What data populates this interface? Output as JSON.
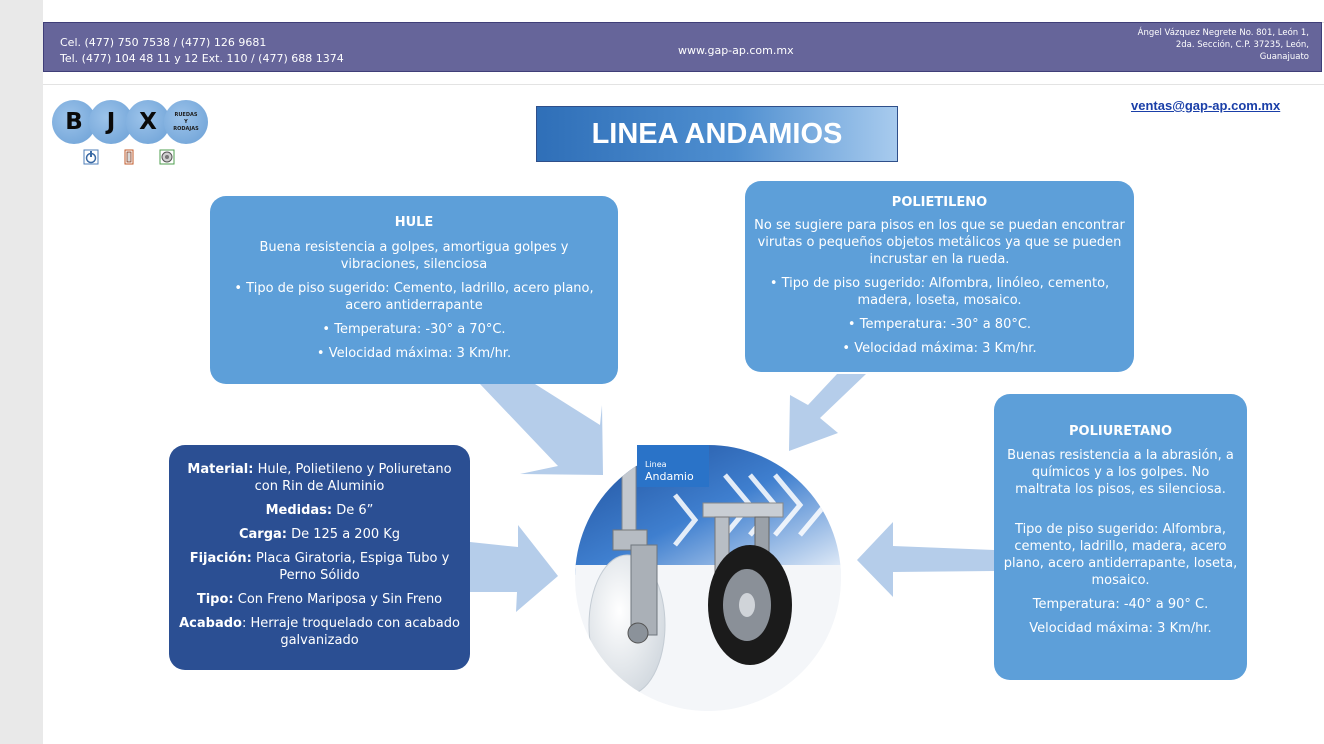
{
  "header": {
    "phone_line1": "Cel. (477) 750 7538 / (477) 126 9681",
    "phone_line2": "Tel. (477) 104 48 11 y 12 Ext. 110 / (477) 688 1374",
    "website": "www.gap-ap.com.mx",
    "address_line1": "Ángel Vázquez Negrete No. 801, León 1,",
    "address_line2": "2da. Sección, C.P. 37235, León,",
    "address_line3": "Guanajuato",
    "color": "#66659a"
  },
  "logo": {
    "letters": [
      "B",
      "J",
      "X"
    ],
    "tag_line1": "RUEDAS",
    "tag_line2": "Y",
    "tag_line3": "RODAJAS"
  },
  "title": "LINEA ANDAMIOS",
  "email": "ventas@gap-ap.com.mx",
  "cards": {
    "hule": {
      "title": "HULE",
      "desc": "Buena resistencia a golpes, amortigua golpes y vibraciones, silenciosa",
      "floor": "• Tipo de piso sugerido: Cemento, ladrillo, acero plano, acero antiderrapante",
      "temp": "• Temperatura:  -30° a 70°C.",
      "speed": "• Velocidad máxima: 3 Km/hr."
    },
    "polietileno": {
      "title": "POLIETILENO",
      "desc": "No se sugiere para pisos en los que se puedan encontrar virutas o pequeños objetos metálicos ya que se pueden incrustar en la rueda.",
      "floor": "• Tipo de piso sugerido: Alfombra, linóleo, cemento, madera, loseta, mosaico.",
      "temp": "• Temperatura:  -30° a 80°C.",
      "speed": "• Velocidad máxima: 3 Km/hr."
    },
    "poliuretano": {
      "title": "POLIURETANO",
      "desc": "Buenas resistencia a la abrasión, a químicos y a los golpes. No maltrata los pisos, es silenciosa.",
      "floor": "Tipo de piso sugerido: Alfombra, cemento, ladrillo, madera, acero plano, acero antiderrapante, loseta, mosaico.",
      "temp": "Temperatura: -40° a 90° C.",
      "speed": "Velocidad máxima: 3 Km/hr."
    },
    "specs": {
      "material_label": "Material:",
      "material_value": " Hule, Polietileno y Poliuretano con Rin de Aluminio",
      "medidas_label": "Medidas:",
      "medidas_value": " De 6”",
      "carga_label": "Carga:",
      "carga_value": " De 125 a 200 Kg",
      "fijacion_label": "Fijación:",
      "fijacion_value": " Placa Giratoria, Espiga Tubo y Perno Sólido",
      "tipo_label": "Tipo:",
      "tipo_value": " Con Freno Mariposa y Sin Freno",
      "acabado_label": "Acabado",
      "acabado_value": ": Herraje troquelado con acabado galvanizado"
    }
  },
  "product_tag": {
    "line1": "Linea",
    "line2": "Andamio"
  },
  "colors": {
    "card_light": "#5d9fd9",
    "card_dark": "#2b4f93",
    "arrow": "#b5cdea",
    "email": "#1a3fa8"
  }
}
